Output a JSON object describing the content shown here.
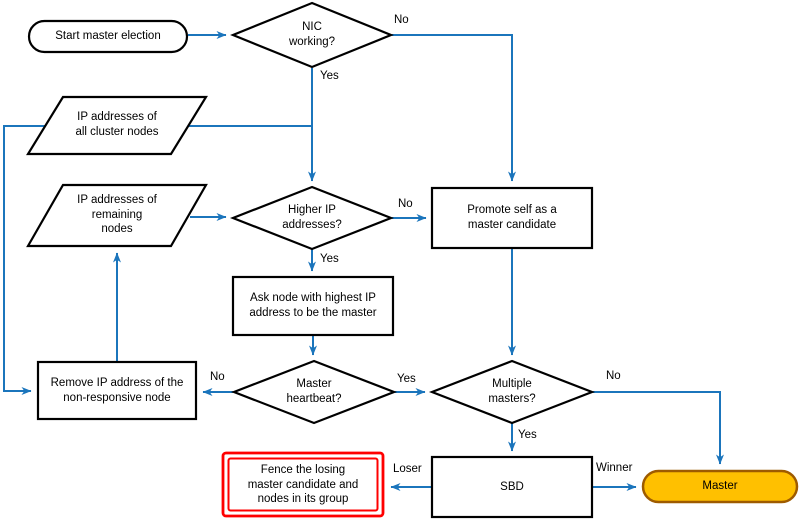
{
  "nodes": {
    "start": {
      "type": "terminator",
      "text": "Start master election"
    },
    "nic": {
      "type": "decision",
      "text": "NIC\nworking?"
    },
    "all_cluster_nodes": {
      "type": "data",
      "text": "IP addresses of\nall cluster nodes"
    },
    "remaining_nodes": {
      "type": "data",
      "text": "IP addresses of\nremaining\nnodes"
    },
    "higher_ip": {
      "type": "decision",
      "text": "Higher IP\naddresses?"
    },
    "promote": {
      "type": "process",
      "text": "Promote self as a\nmaster candidate"
    },
    "ask_node": {
      "type": "process",
      "text": "Ask node with highest IP\naddress to be the master"
    },
    "heartbeat": {
      "type": "decision",
      "text": "Master\nheartbeat?"
    },
    "remove_ip": {
      "type": "process",
      "text": "Remove IP address of the\nnon-responsive node"
    },
    "multiple_masters": {
      "type": "decision",
      "text": "Multiple\nmasters?"
    },
    "sbd": {
      "type": "process",
      "text": "SBD"
    },
    "fence": {
      "type": "alert-process",
      "text": "Fence the losing\nmaster candidate and\nnodes in its group"
    },
    "master": {
      "type": "terminator",
      "text": "Master"
    }
  },
  "edges": [
    {
      "from": "start",
      "to": "nic"
    },
    {
      "from": "nic",
      "to": "promote",
      "label": "No"
    },
    {
      "from": "nic",
      "to": "higher_ip",
      "label": "Yes"
    },
    {
      "from": "all_cluster_nodes",
      "to": "higher_ip"
    },
    {
      "from": "all_cluster_nodes",
      "to": "remove_ip"
    },
    {
      "from": "remaining_nodes",
      "to": "higher_ip"
    },
    {
      "from": "higher_ip",
      "to": "promote",
      "label": "No"
    },
    {
      "from": "higher_ip",
      "to": "ask_node",
      "label": "Yes"
    },
    {
      "from": "ask_node",
      "to": "heartbeat"
    },
    {
      "from": "promote",
      "to": "multiple_masters"
    },
    {
      "from": "heartbeat",
      "to": "remove_ip",
      "label": "No"
    },
    {
      "from": "heartbeat",
      "to": "multiple_masters",
      "label": "Yes"
    },
    {
      "from": "remove_ip",
      "to": "remaining_nodes"
    },
    {
      "from": "multiple_masters",
      "to": "sbd",
      "label": "Yes"
    },
    {
      "from": "multiple_masters",
      "to": "master",
      "label": "No"
    },
    {
      "from": "sbd",
      "to": "fence",
      "label": "Loser"
    },
    {
      "from": "sbd",
      "to": "master",
      "label": "Winner"
    }
  ],
  "colors": {
    "connector_blue": "#1B75BC",
    "shape_border": "#000000",
    "shape_fill": "#FFFFFF",
    "master_fill": "#FFC000",
    "master_border": "#9E5B00",
    "fence_border": "#FF0000",
    "text": "#000000"
  }
}
